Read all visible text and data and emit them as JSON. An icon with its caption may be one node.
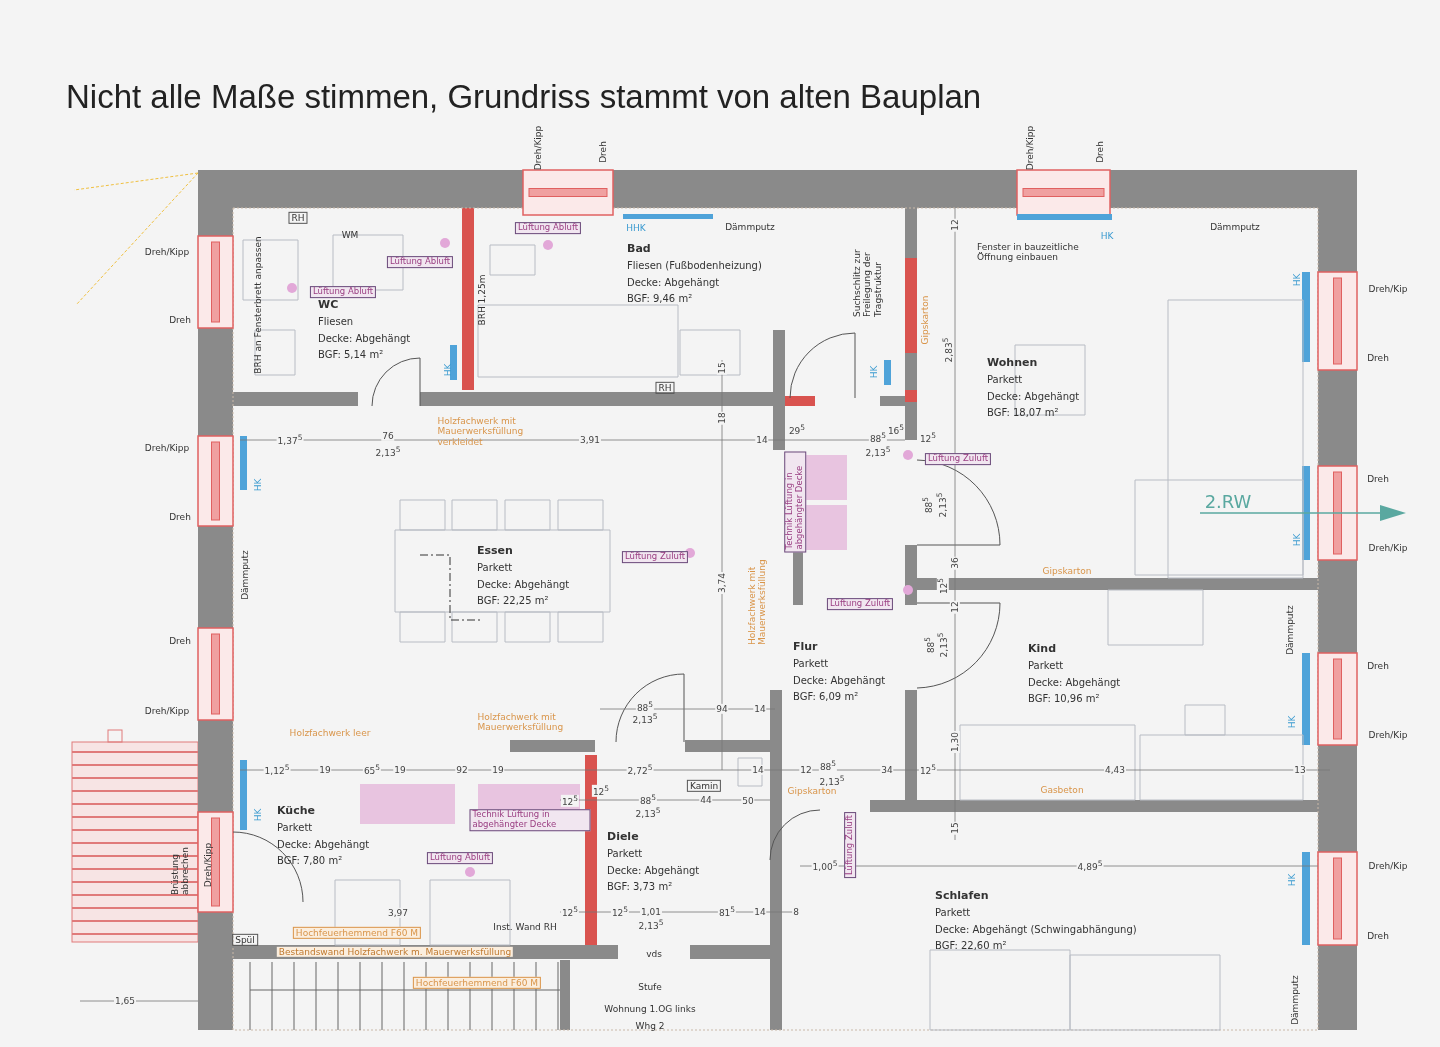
{
  "diagram": {
    "title": "Nicht alle Maße stimmen, Grundriss stammt von alten Bauplan",
    "nodes": [
      {
        "text": [
          "WC",
          "Fliesen",
          "Decke: Abgehängt",
          "BGF: 5,14 m²"
        ]
      },
      {
        "text": [
          "Bad",
          "Fliesen (Fußbodenheizung)",
          "Decke: Abgehängt",
          "BGF: 9,46 m²"
        ]
      },
      {
        "text": [
          "Wohnen",
          "Parkett",
          "Decke: Abgehängt",
          "BGF: 18,07 m²"
        ]
      },
      {
        "text": [
          "Essen",
          "Parkett",
          "Decke: Abgehängt",
          "BGF: 22,25 m²"
        ]
      },
      {
        "text": [
          "Flur",
          "Parkett",
          "Decke: Abgehängt",
          "BGF: 6,09 m²"
        ]
      },
      {
        "text": [
          "Kind",
          "Parkett",
          "Decke: Abgehängt",
          "BGF: 10,96 m²"
        ]
      },
      {
        "text": [
          "Küche",
          "Parkett",
          "Decke: Abgehängt",
          "BGF: 7,80 m²"
        ]
      },
      {
        "text": [
          "Diele",
          "Parkett",
          "Decke: Abgehängt",
          "BGF: 3,73 m²"
        ]
      },
      {
        "text": [
          "Schlafen",
          "Parkett",
          "Decke: Abgehängt (Schwingabhängung)",
          "BGF: 22,60 m²"
        ]
      }
    ],
    "labels": [
      "Dreh/Kipp",
      "Dreh",
      "Dreh/Kipp",
      "Dreh",
      "Dreh/Kipp",
      "Dreh",
      "RH",
      "WM",
      "Lüftung Abluft",
      "Lüftung Abluft",
      "HHK",
      "Dämmputz",
      "Suchschlitz zur Freilegung der Tragstruktur",
      "12",
      "Fenster in bauzeitliche Öffnung einbauen",
      "HK",
      "Dämmputz",
      "Dreh/Kip",
      "BRH an Fensterbrett anpassen",
      "Lüftung Abluft",
      "BRH 1,25m",
      "Gipskarton",
      "2,83$^{5}$",
      "HK",
      "Dreh",
      "HK",
      "RH",
      "15",
      "HK",
      "18",
      "Dreh/Kipp",
      "1,37$^{5}$",
      "76",
      "2,13$^{5}$",
      "Holzfachwerk mit Mauerwerksfüllung verkleidet",
      "3,91",
      "14",
      "29$^{5}$",
      "88$^{5}$",
      "2,13$^{5}$",
      "16$^{5}$",
      "12$^{5}$",
      "Lüftung Zuluft",
      "Dreh",
      "HK",
      "Technik Lüftung in abgehängter Decke",
      "88$^{5}$",
      "2,13$^{5}$",
      "2.RW",
      "Dreh",
      "Dreh/Kip",
      "HK",
      "Lüftung Zuluft",
      "Holzfachwerk mit Mauerwerksfüllung",
      "3,74",
      "36",
      "12$^{5}$",
      "Gipskarton",
      "Dämmputz",
      "Lüftung Zuluft",
      "12",
      "88$^{5}$",
      "2,13$^{5}$",
      "Dämmputz",
      "Dreh",
      "Dreh",
      "Dreh/Kipp",
      "Holzfachwerk mit Mauerwerksfüllung",
      "88$^{5}$",
      "2,13$^{5}$",
      "94",
      "14",
      "Holzfachwerk leer",
      "Dreh/Kip",
      "HK",
      "1,30",
      "1,12$^{5}$",
      "19",
      "65$^{5}$",
      "19",
      "92",
      "19",
      "2,72$^{5}$",
      "14",
      "12",
      "88$^{5}$",
      "2,13$^{5}$",
      "34",
      "12$^{5}$",
      "4,43",
      "13",
      "HK",
      "Kamin",
      "Gipskarton",
      "Gasbeton",
      "12$^{5}$",
      "12$^{5}$",
      "88$^{5}$",
      "2,13$^{5}$",
      "44",
      "50",
      "Technik Lüftung in abgehängter Decke",
      "15",
      "Brüstung abbrechen",
      "Dreh/Kipp",
      "Lüftung Abluft",
      "Lüftung Zuluft",
      "1,00$^{5}$",
      "4,89$^{5}$",
      "Dreh/Kip",
      "HK",
      "3,97",
      "Inst. Wand RH",
      "12$^{5}$",
      "12$^{5}$",
      "1,01",
      "2,13$^{5}$",
      "81$^{5}$",
      "14",
      "8",
      "Dreh",
      "Spül",
      "Hochfeuerhemmend F60 M",
      "Bestandswand Holzfachwerk m. Mauerwerksfüllung",
      "vds",
      "Hochfeuerhemmend F60 M",
      "Stufe",
      "1,65",
      "Wohnung 1.OG links",
      "Whg 2",
      "Dämmputz"
    ]
  }
}
